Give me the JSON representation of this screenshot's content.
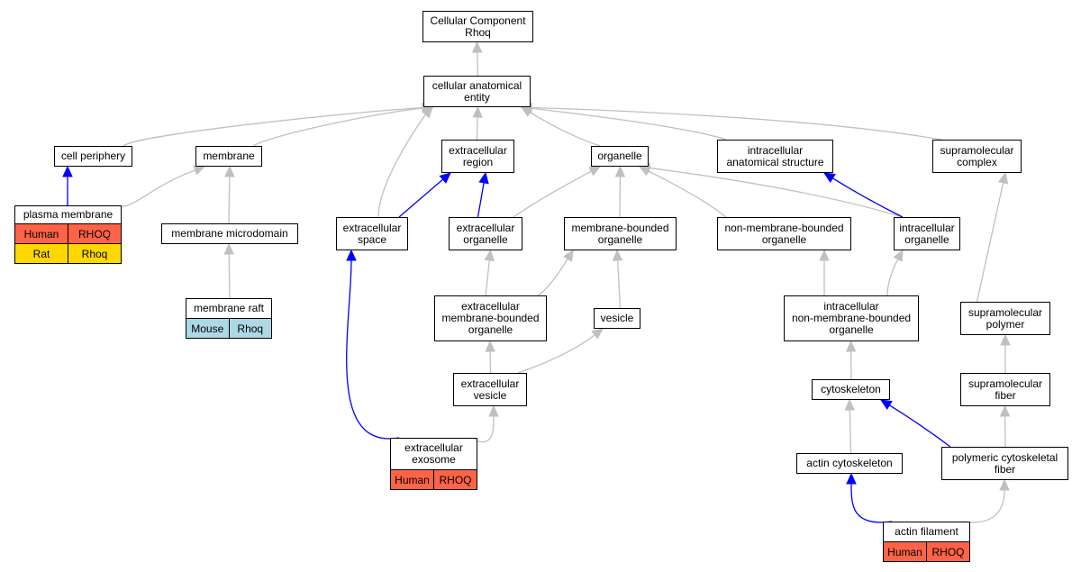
{
  "colors": {
    "gray_edge": "#c0c0c0",
    "blue_edge": "#0000ff",
    "human": "#ff6347",
    "rat": "#ffd700",
    "mouse": "#add8e6"
  },
  "nodes": {
    "root": {
      "label": "Cellular Component\nRhoq"
    },
    "entity": {
      "label": "cellular anatomical\nentity"
    },
    "cell_periphery": {
      "label": "cell periphery"
    },
    "membrane": {
      "label": "membrane"
    },
    "ec_region": {
      "label": "extracellular\nregion"
    },
    "organelle": {
      "label": "organelle"
    },
    "ic_structure": {
      "label": "intracellular\nanatomical structure"
    },
    "supra_complex": {
      "label": "supramolecular\ncomplex"
    },
    "plasma_membrane": {
      "label": "plasma membrane",
      "orthologs": [
        {
          "species": "Human",
          "gene": "RHOQ"
        },
        {
          "species": "Rat",
          "gene": "Rhoq"
        }
      ]
    },
    "mem_microdomain": {
      "label": "membrane microdomain"
    },
    "ec_space": {
      "label": "extracellular\nspace"
    },
    "ec_organelle": {
      "label": "extracellular\norganelle"
    },
    "mb_organelle": {
      "label": "membrane-bounded\norganelle"
    },
    "nmb_organelle": {
      "label": "non-membrane-bounded\norganelle"
    },
    "ic_organelle": {
      "label": "intracellular\norganelle"
    },
    "membrane_raft": {
      "label": "membrane raft",
      "orthologs": [
        {
          "species": "Mouse",
          "gene": "Rhoq"
        }
      ]
    },
    "ec_mb_organelle": {
      "label": "extracellular\nmembrane-bounded\norganelle"
    },
    "vesicle": {
      "label": "vesicle"
    },
    "ic_nmb_organelle": {
      "label": "intracellular\nnon-membrane-bounded\norganelle"
    },
    "supra_polymer": {
      "label": "supramolecular\npolymer"
    },
    "ec_vesicle": {
      "label": "extracellular\nvesicle"
    },
    "cytoskeleton": {
      "label": "cytoskeleton"
    },
    "supra_fiber": {
      "label": "supramolecular\nfiber"
    },
    "ec_exosome": {
      "label": "extracellular\nexosome",
      "orthologs": [
        {
          "species": "Human",
          "gene": "RHOQ"
        }
      ]
    },
    "actin_cytoskeleton": {
      "label": "actin cytoskeleton"
    },
    "poly_cyto_fiber": {
      "label": "polymeric cytoskeletal\nfiber"
    },
    "actin_filament": {
      "label": "actin filament",
      "orthologs": [
        {
          "species": "Human",
          "gene": "RHOQ"
        }
      ]
    }
  }
}
